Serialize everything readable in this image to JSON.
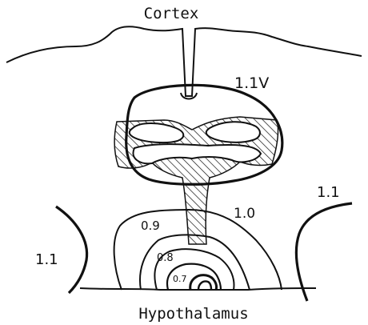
{
  "labels": {
    "top": "Cortex",
    "bottom": "Hypothalamus",
    "val_upper_right": "1.1V",
    "val_right": "1.1",
    "val_left": "1.1",
    "val_1_0": "1.0",
    "val_0_9": "0.9",
    "val_0_8": "0.8",
    "val_0_7": "0.7"
  },
  "colors": {
    "ink": "#111111",
    "paper": "#ffffff"
  }
}
